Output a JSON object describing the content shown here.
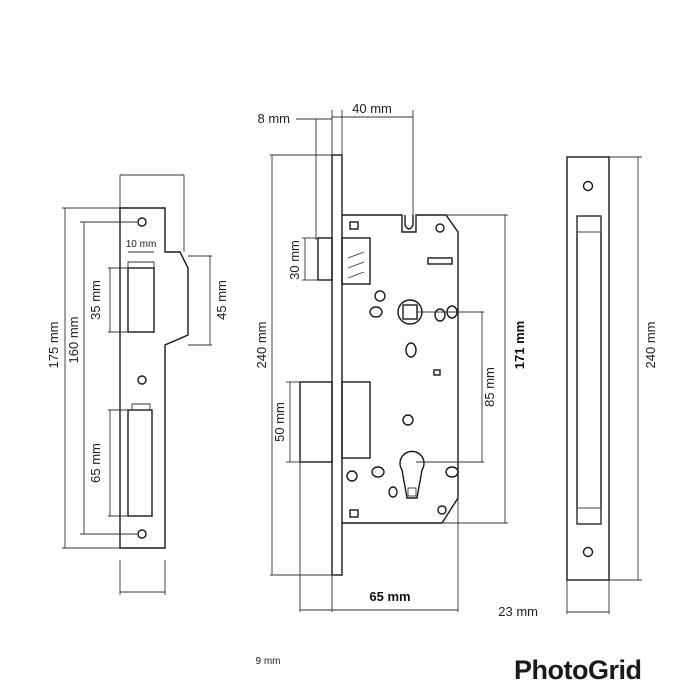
{
  "labels": {
    "strike_height": "175 mm",
    "strike_hole_spacing": "160 mm",
    "strike_width_top": "10 mm",
    "latch_slot": "35 mm",
    "lip_height": "45 mm",
    "bolt_slot": "65 mm",
    "faceplate_thickness": "8 mm",
    "backset": "40 mm",
    "latch_height": "30 mm",
    "case_height": "240 mm",
    "bolt_height": "50 mm",
    "case_depth": "65 mm",
    "handle_cylinder_spacing": "85 mm",
    "case_body_height": "171 mm",
    "faceplate_height": "240 mm",
    "faceplate_width": "23 mm",
    "bottom_cut": "9 mm"
  },
  "watermark": "PhotoGrid"
}
